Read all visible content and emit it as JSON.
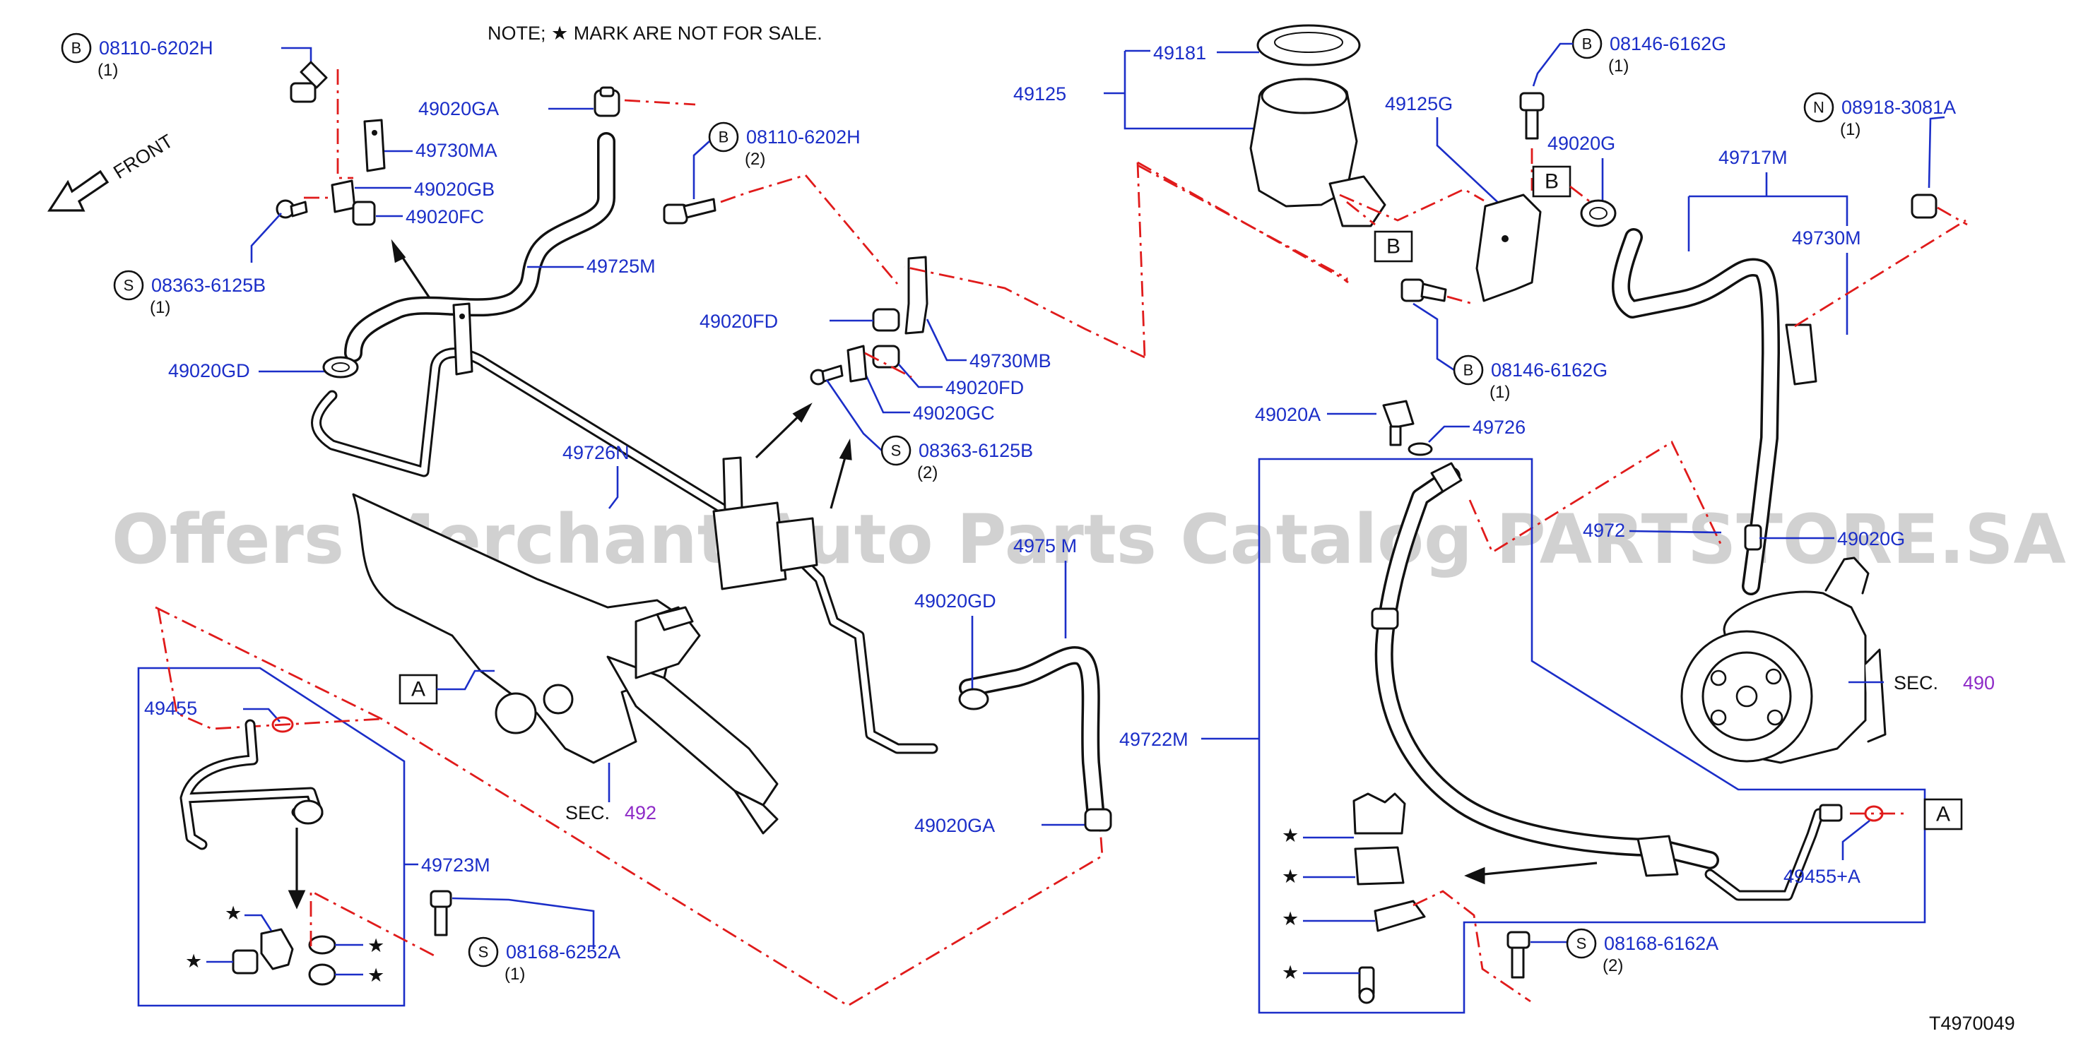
{
  "note": "NOTE;   ★ MARK  ARE  NOT  FOR  SALE.",
  "front": "FRONT",
  "watermark": "Offers Merchant Auto Parts Catalog PARTSTORE.SA",
  "diagram_id": "T4970049",
  "star": "★",
  "circle_letters": {
    "b": "B",
    "s": "S",
    "n": "N"
  },
  "ref_boxes": {
    "a": "A",
    "b": "B"
  },
  "bolts": {
    "b_08110_6202H_top": {
      "code": "08110-6202H",
      "qty": "(1)"
    },
    "b_08110_6202H_mid": {
      "code": "08110-6202H",
      "qty": "(2)"
    },
    "s_08363_6125B": {
      "code": "08363-6125B",
      "qty": "(1)"
    },
    "s_08363_6125B_mid": {
      "code": "08363-6125B",
      "qty": "(2)"
    },
    "b_08146_6162G_top": {
      "code": "08146-6162G",
      "qty": "(1)"
    },
    "b_08146_6162G_low": {
      "code": "08146-6162G",
      "qty": "(1)"
    },
    "n_08918_3081A": {
      "code": "08918-3081A",
      "qty": "(1)"
    },
    "s_08168_6252A": {
      "code": "08168-6252A",
      "qty": "(1)"
    },
    "s_08168_6162A": {
      "code": "08168-6162A",
      "qty": "(2)"
    }
  },
  "parts": {
    "p49020GA_top": "49020GA",
    "p49730MA": "49730MA",
    "p49020GB": "49020GB",
    "p49020FC": "49020FC",
    "p49725M": "49725M",
    "p49020GD_left": "49020GD",
    "p49726N": "49726N",
    "p49020FD_a": "49020FD",
    "p49730MB": "49730MB",
    "p49020FD_b": "49020FD",
    "p49020GC": "49020GC",
    "p49125": "49125",
    "p49181": "49181",
    "p49125G": "49125G",
    "p49020G_top": "49020G",
    "p49717M": "49717M",
    "p49730M": "49730M",
    "p49020A": "49020A",
    "p49726": "49726",
    "p4972x": "4972",
    "p49020G_right": "49020G",
    "p49455": "49455",
    "p49723M": "49723M",
    "p4975xM": "4975 M",
    "p49020GD_mid": "49020GD",
    "p49722M": "49722M",
    "p49020GA_low": "49020GA",
    "p49455A": "49455+A"
  },
  "sections": {
    "sec492": {
      "prefix": "SEC.",
      "num": "492"
    },
    "sec490": {
      "prefix": "SEC.",
      "num": "490"
    }
  }
}
